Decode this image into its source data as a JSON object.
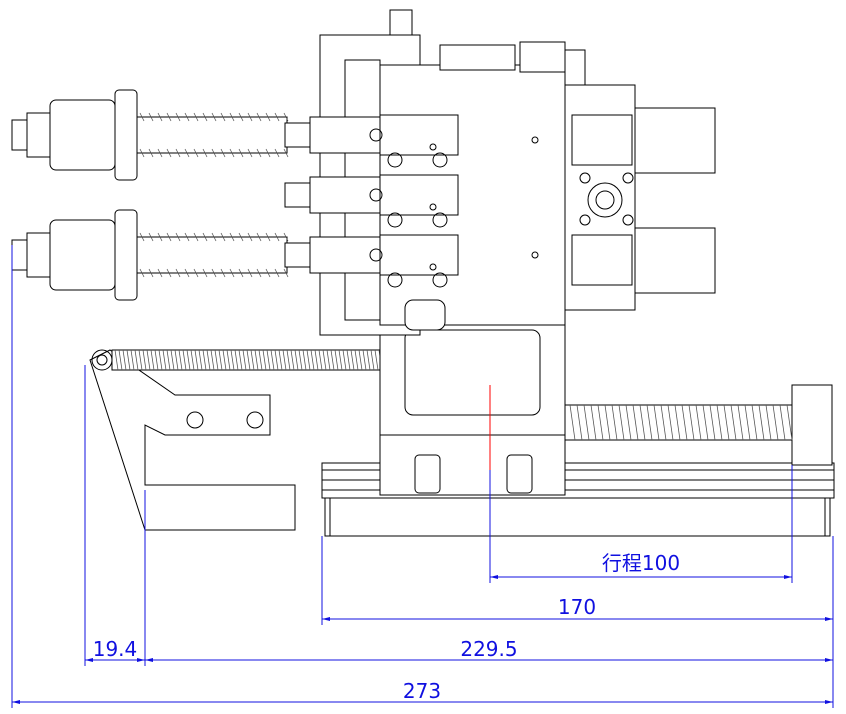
{
  "drawing": {
    "title": "Slide module side view",
    "colors": {
      "dimension": "#1010e0",
      "outline": "#000000",
      "centerline": "#ff0000"
    }
  },
  "dimensions": {
    "stroke": "行程100",
    "length_170": "170",
    "length_229_5": "229.5",
    "offset_19_4": "19.4",
    "total_273": "273"
  }
}
